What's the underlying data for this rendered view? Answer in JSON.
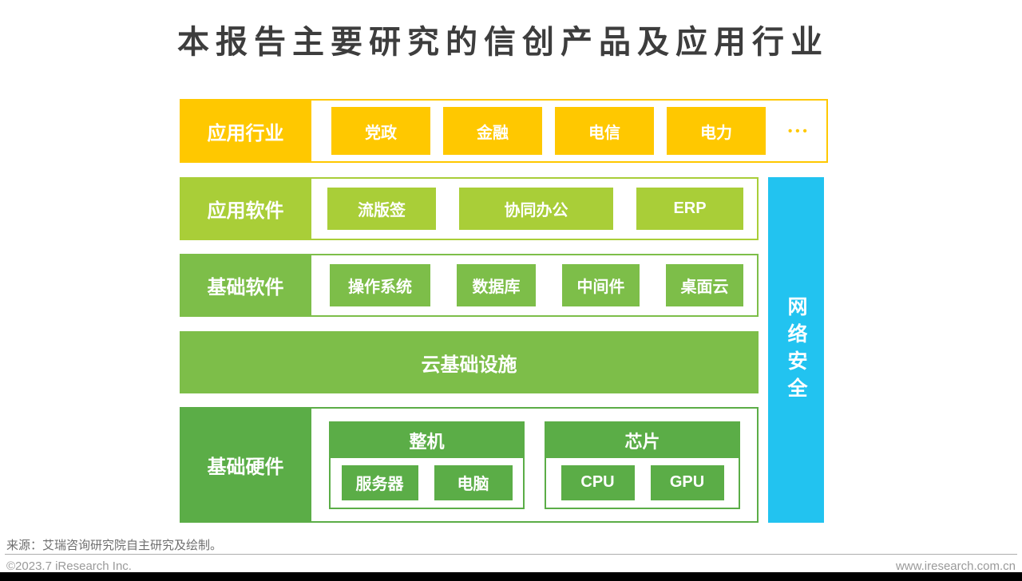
{
  "page": {
    "title": "本报告主要研究的信创产品及应用行业",
    "source_note": "来源：艾瑞咨询研究院自主研究及绘制。",
    "footer_left": "©2023.7 iResearch Inc.",
    "footer_right": "www.iresearch.com.cn"
  },
  "colors": {
    "industry_yellow": "#FFC800",
    "app_software_light_green": "#A9CE38",
    "basic_software_green": "#7DBE49",
    "hardware_dark_green": "#5BAD47",
    "network_security_cyan": "#22C3F0",
    "title_gray": "#3d3d3d"
  },
  "diagram": {
    "rows": [
      {
        "label": "应用行业",
        "items": [
          "党政",
          "金融",
          "电信",
          "电力"
        ],
        "more": "•••"
      },
      {
        "label": "应用软件",
        "items": [
          "流版签",
          "协同办公",
          "ERP"
        ]
      },
      {
        "label": "基础软件",
        "items": [
          "操作系统",
          "数据库",
          "中间件",
          "桌面云"
        ]
      },
      {
        "label": "云基础设施"
      },
      {
        "label": "基础硬件",
        "groups": [
          {
            "header": "整机",
            "items": [
              "服务器",
              "电脑"
            ]
          },
          {
            "header": "芯片",
            "items": [
              "CPU",
              "GPU"
            ]
          }
        ]
      }
    ],
    "side_bar": {
      "label": "网络安全"
    }
  }
}
